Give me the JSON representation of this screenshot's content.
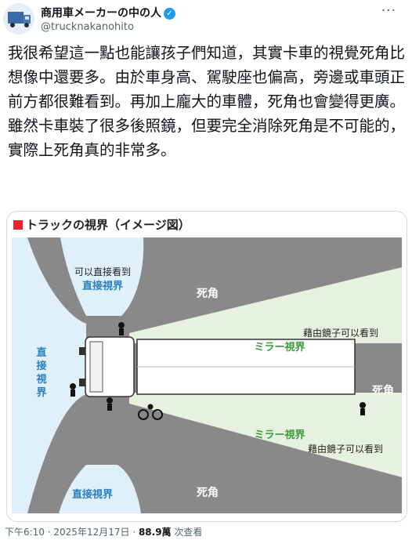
{
  "author": {
    "name": "商用車メーカーの中の人",
    "handle": "@trucknakanohito",
    "verified_icon": "check-icon"
  },
  "tweet": {
    "text": "我很希望這一點也能讓孩子們知道，其實卡車的視覺死角比想像中還要多。由於車身高、駕駛座也偏高，旁邊或車頭正前方都很難看到。再加上龐大的車體，死角也會變得更廣。雖然卡車裝了很多後照鏡，但要完全消除死角是不可能的，實際上死角真的非常多。"
  },
  "image": {
    "title": "トラックの視界（イメージ図）",
    "labels": {
      "top_small": "可以直接看到",
      "top_visible": "直接視界",
      "left_visible": "直接視界",
      "bottom_visible": "直接視界",
      "dead_top": "死角",
      "dead_right": "死角",
      "dead_bottom": "死角",
      "mirror_top_caption": "藉由鏡子可以看到",
      "mirror_top_label": "ミラー視界",
      "mirror_bottom_label": "ミラー視界",
      "mirror_bottom_caption": "藉由鏡子可以看到"
    },
    "colors": {
      "blind": "#898989",
      "direct": "#dff0fa",
      "mirror": "#e6f2df",
      "direct_text": "#2a7fbf",
      "mirror_text": "#3d9a3d"
    }
  },
  "footer": {
    "time": "下午6:10",
    "date": "2025年12月17日",
    "views": "88.9萬",
    "views_label": "次查看"
  },
  "more_icon": "more-icon"
}
